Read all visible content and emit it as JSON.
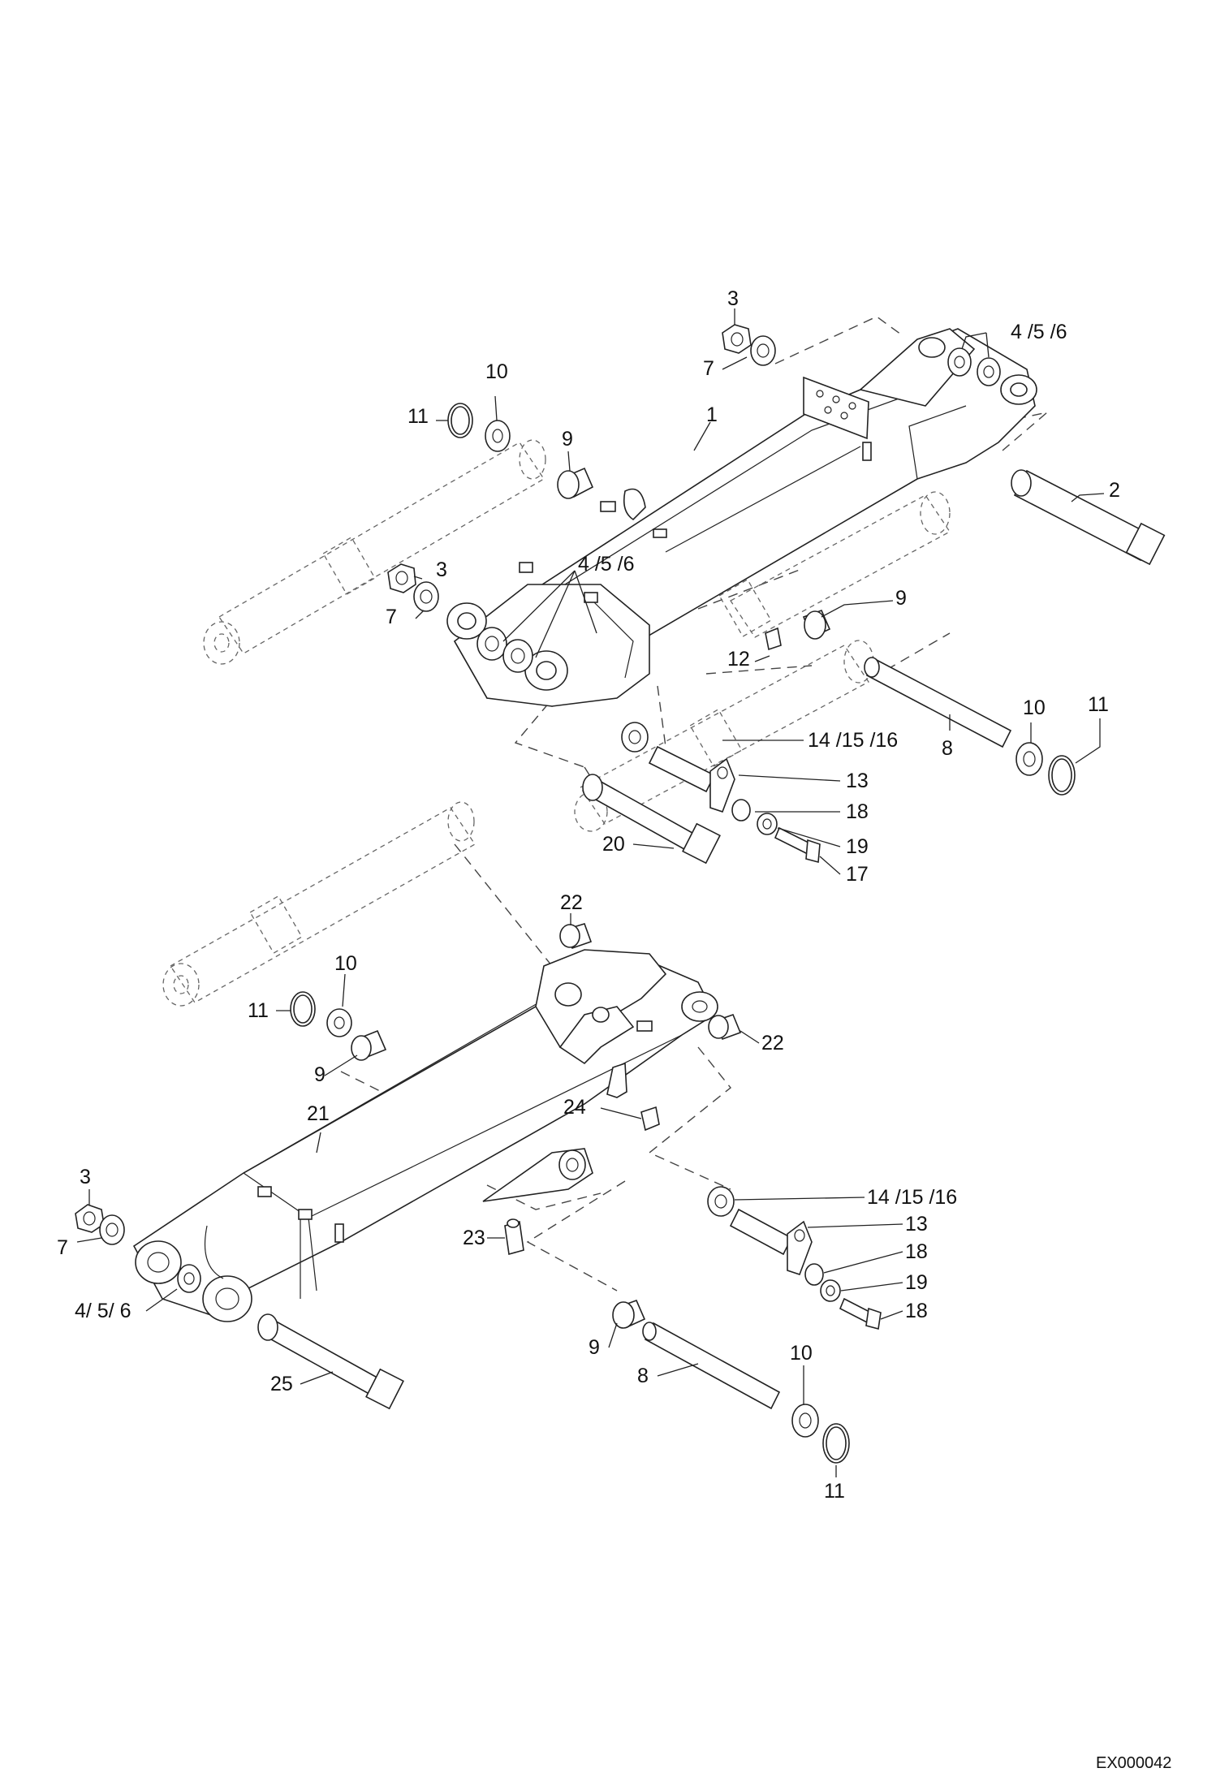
{
  "drawing": {
    "reference": "EX000042",
    "upper_assembly": {
      "labels": {
        "p3a": "3",
        "p7a": "7",
        "p456a": "4 /5 /6",
        "p10a": "10",
        "p11a": "11",
        "p1": "1",
        "p9a": "9",
        "p2": "2",
        "p3b": "3",
        "p7b": "7",
        "p456b": "4 /5 /6",
        "p9b": "9",
        "p12": "12",
        "p10b": "10",
        "p11b": "11",
        "p8": "8",
        "p141516": "14 /15 /16",
        "p13": "13",
        "p18": "18",
        "p19": "19",
        "p20": "20",
        "p17": "17"
      }
    },
    "lower_assembly": {
      "labels": {
        "p22a": "22",
        "p10": "10",
        "p11": "11",
        "p22b": "22",
        "p9a": "9",
        "p21": "21",
        "p24": "24",
        "p3": "3",
        "p7": "7",
        "p141516": "14 /15 /16",
        "p13": "13",
        "p23": "23",
        "p18a": "18",
        "p19": "19",
        "p456": "4/ 5/ 6",
        "p18b": "18",
        "p9b": "9",
        "p10b": "10",
        "p8": "8",
        "p25": "25",
        "p11b": "11"
      }
    }
  }
}
